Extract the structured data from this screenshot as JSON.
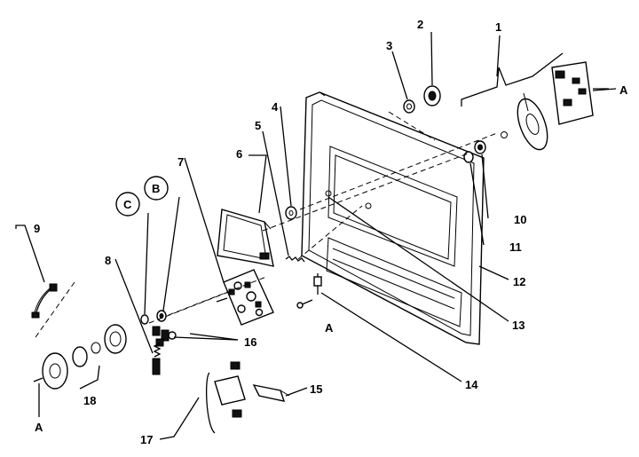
{
  "labels": {
    "p1": "1",
    "p2": "2",
    "p3": "3",
    "p4": "4",
    "p5": "5",
    "p6": "6",
    "p7": "7",
    "p8": "8",
    "p9": "9",
    "p10": "10",
    "p11": "11",
    "p12": "12",
    "p13": "13",
    "p14": "14",
    "p15": "15",
    "p16": "16",
    "p17": "17",
    "p18": "18",
    "B": "B",
    "C": "C",
    "A_right": "A",
    "A_mid": "A",
    "A_left": "A"
  }
}
